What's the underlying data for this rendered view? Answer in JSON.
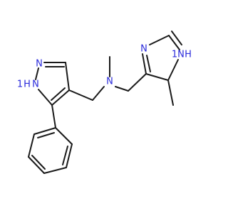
{
  "molecule": {
    "labels": {
      "pyrazole_n2": "N",
      "pyrazole_nh": "N",
      "pyrazole_nh_h": "H",
      "pyrazole_nh_1": "1",
      "amine_n": "N",
      "imidazole_n3": "N",
      "imidazole_nh": "N",
      "imidazole_nh_h": "H",
      "imidazole_nh_1": "1"
    },
    "colors": {
      "nitrogen": "#2a2adb",
      "bond": "#1a1a1a",
      "background": "#ffffff"
    }
  }
}
